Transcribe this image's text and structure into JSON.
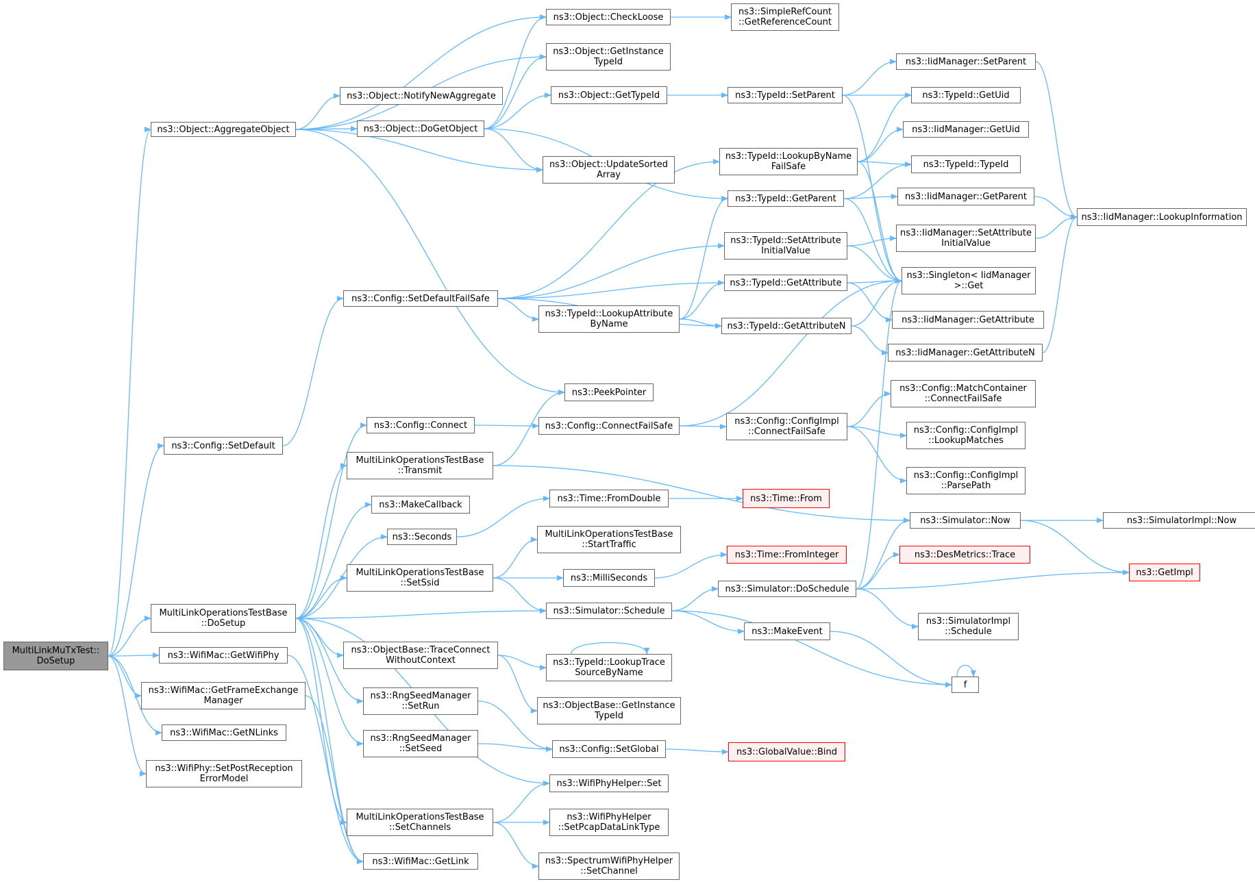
{
  "diagram": {
    "edge_color": "#63b8ff",
    "root_fill": "#999999",
    "truncated_border_color": "#ff0000",
    "nodes": [
      {
        "id": "root",
        "lines": [
          "MultiLinkMuTxTest::",
          "DoSetup"
        ],
        "root": true
      },
      {
        "id": "aggregate",
        "lines": [
          "ns3::Object::AggregateObject"
        ]
      },
      {
        "id": "cfgsetdefault",
        "lines": [
          "ns3::Config::SetDefault"
        ]
      },
      {
        "id": "mlotbdosetup",
        "lines": [
          "MultiLinkOperationsTestBase",
          "::DoSetup"
        ]
      },
      {
        "id": "getwifiphy",
        "lines": [
          "ns3::WifiMac::GetWifiPhy"
        ]
      },
      {
        "id": "getfem",
        "lines": [
          "ns3::WifiMac::GetFrameExchange",
          "Manager"
        ]
      },
      {
        "id": "getnlinks",
        "lines": [
          "ns3::WifiMac::GetNLinks"
        ]
      },
      {
        "id": "setpostrx",
        "lines": [
          "ns3::WifiPhy::SetPostReception",
          "ErrorModel"
        ]
      },
      {
        "id": "checkloose",
        "lines": [
          "ns3::Object::CheckLoose"
        ]
      },
      {
        "id": "getinstancetypeid",
        "lines": [
          "ns3::Object::GetInstance",
          "TypeId"
        ]
      },
      {
        "id": "notifyagg",
        "lines": [
          "ns3::Object::NotifyNewAggregate"
        ]
      },
      {
        "id": "dogetobject",
        "lines": [
          "ns3::Object::DoGetObject"
        ]
      },
      {
        "id": "updatesorted",
        "lines": [
          "ns3::Object::UpdateSorted",
          "Array"
        ]
      },
      {
        "id": "peekpointer",
        "lines": [
          "ns3::PeekPointer"
        ]
      },
      {
        "id": "setdefaultfailsafe",
        "lines": [
          "ns3::Config::SetDefaultFailSafe"
        ]
      },
      {
        "id": "cfgconnect",
        "lines": [
          "ns3::Config::Connect"
        ]
      },
      {
        "id": "transmit",
        "lines": [
          "MultiLinkOperationsTestBase",
          "::Transmit"
        ]
      },
      {
        "id": "makecallback",
        "lines": [
          "ns3::MakeCallback"
        ]
      },
      {
        "id": "seconds",
        "lines": [
          "ns3::Seconds"
        ]
      },
      {
        "id": "setssid",
        "lines": [
          "MultiLinkOperationsTestBase",
          "::SetSsid"
        ]
      },
      {
        "id": "traceconnect",
        "lines": [
          "ns3::ObjectBase::TraceConnect",
          "WithoutContext"
        ]
      },
      {
        "id": "setrun",
        "lines": [
          "ns3::RngSeedManager",
          "::SetRun"
        ]
      },
      {
        "id": "setseed",
        "lines": [
          "ns3::RngSeedManager",
          "::SetSeed"
        ]
      },
      {
        "id": "setchannels",
        "lines": [
          "MultiLinkOperationsTestBase",
          "::SetChannels"
        ]
      },
      {
        "id": "getlink",
        "lines": [
          "ns3::WifiMac::GetLink"
        ]
      },
      {
        "id": "simplerefcount",
        "lines": [
          "ns3::SimpleRefCount",
          "::GetReferenceCount"
        ]
      },
      {
        "id": "objgettypeid",
        "lines": [
          "ns3::Object::GetTypeId"
        ]
      },
      {
        "id": "typeidsetparent",
        "lines": [
          "ns3::TypeId::SetParent"
        ]
      },
      {
        "id": "lookupbyname",
        "lines": [
          "ns3::TypeId::LookupByName",
          "FailSafe"
        ]
      },
      {
        "id": "typeidgetparent",
        "lines": [
          "ns3::TypeId::GetParent"
        ]
      },
      {
        "id": "typeidsetattrinit",
        "lines": [
          "ns3::TypeId::SetAttribute",
          "InitialValue"
        ]
      },
      {
        "id": "typeidgetattr",
        "lines": [
          "ns3::TypeId::GetAttribute"
        ]
      },
      {
        "id": "lookupattrbyname",
        "lines": [
          "ns3::TypeId::LookupAttribute",
          "ByName"
        ]
      },
      {
        "id": "typeidgetattrn",
        "lines": [
          "ns3::TypeId::GetAttributeN"
        ]
      },
      {
        "id": "connectfailsafe",
        "lines": [
          "ns3::Config::ConnectFailSafe"
        ]
      },
      {
        "id": "configimplconnect",
        "lines": [
          "ns3::Config::ConfigImpl",
          "::ConnectFailSafe"
        ]
      },
      {
        "id": "fromdouble",
        "lines": [
          "ns3::Time::FromDouble"
        ]
      },
      {
        "id": "starttraffic",
        "lines": [
          "MultiLinkOperationsTestBase",
          "::StartTraffic"
        ]
      },
      {
        "id": "milliseconds",
        "lines": [
          "ns3::MilliSeconds"
        ]
      },
      {
        "id": "simschedule",
        "lines": [
          "ns3::Simulator::Schedule"
        ]
      },
      {
        "id": "lookuptrace",
        "lines": [
          "ns3::TypeId::LookupTrace",
          "SourceByName"
        ]
      },
      {
        "id": "obgetinstance",
        "lines": [
          "ns3::ObjectBase::GetInstance",
          "TypeId"
        ]
      },
      {
        "id": "setglobal",
        "lines": [
          "ns3::Config::SetGlobal"
        ]
      },
      {
        "id": "wifiphyhelperset",
        "lines": [
          "ns3::WifiPhyHelper::Set"
        ]
      },
      {
        "id": "setpcap",
        "lines": [
          "ns3::WifiPhyHelper",
          "::SetPcapDataLinkType"
        ]
      },
      {
        "id": "spectrumsetchannel",
        "lines": [
          "ns3::SpectrumWifiPhyHelper",
          "::SetChannel"
        ]
      },
      {
        "id": "iidsetparent",
        "lines": [
          "ns3::IidManager::SetParent"
        ]
      },
      {
        "id": "typeidgetuid",
        "lines": [
          "ns3::TypeId::GetUid"
        ]
      },
      {
        "id": "iidgetuid",
        "lines": [
          "ns3::IidManager::GetUid"
        ]
      },
      {
        "id": "typeidtypeid",
        "lines": [
          "ns3::TypeId::TypeId"
        ]
      },
      {
        "id": "iidgetparent",
        "lines": [
          "ns3::IidManager::GetParent"
        ]
      },
      {
        "id": "iidsetattrinit",
        "lines": [
          "ns3::IidManager::SetAttribute",
          "InitialValue"
        ]
      },
      {
        "id": "singletonget",
        "lines": [
          "ns3::Singleton< IidManager",
          ">::Get"
        ]
      },
      {
        "id": "iidgetattr",
        "lines": [
          "ns3::IidManager::GetAttribute"
        ]
      },
      {
        "id": "iidgetattrn",
        "lines": [
          "ns3::IidManager::GetAttributeN"
        ]
      },
      {
        "id": "iidlookupinfo",
        "lines": [
          "ns3::IidManager::LookupInformation"
        ]
      },
      {
        "id": "matchcontainer",
        "lines": [
          "ns3::Config::MatchContainer",
          "::ConnectFailSafe"
        ]
      },
      {
        "id": "lookupmatches",
        "lines": [
          "ns3::Config::ConfigImpl",
          "::LookupMatches"
        ]
      },
      {
        "id": "parsepath",
        "lines": [
          "ns3::Config::ConfigImpl",
          "::ParsePath"
        ]
      },
      {
        "id": "timefrom",
        "lines": [
          "ns3::Time::From"
        ],
        "truncated": true
      },
      {
        "id": "simnow",
        "lines": [
          "ns3::Simulator::Now"
        ]
      },
      {
        "id": "timefrominteger",
        "lines": [
          "ns3::Time::FromInteger"
        ],
        "truncated": true
      },
      {
        "id": "desmetricstrace",
        "lines": [
          "ns3::DesMetrics::Trace"
        ],
        "truncated": true
      },
      {
        "id": "simdoschedule",
        "lines": [
          "ns3::Simulator::DoSchedule"
        ]
      },
      {
        "id": "makeevent",
        "lines": [
          "ns3::MakeEvent"
        ]
      },
      {
        "id": "simimplschedule",
        "lines": [
          "ns3::SimulatorImpl",
          "::Schedule"
        ]
      },
      {
        "id": "f",
        "lines": [
          "f"
        ]
      },
      {
        "id": "globalvaluebind",
        "lines": [
          "ns3::GlobalValue::Bind"
        ],
        "truncated": true
      },
      {
        "id": "simimplnow",
        "lines": [
          "ns3::SimulatorImpl::Now"
        ]
      },
      {
        "id": "getimpl",
        "lines": [
          "ns3::GetImpl"
        ],
        "truncated": true
      }
    ]
  }
}
